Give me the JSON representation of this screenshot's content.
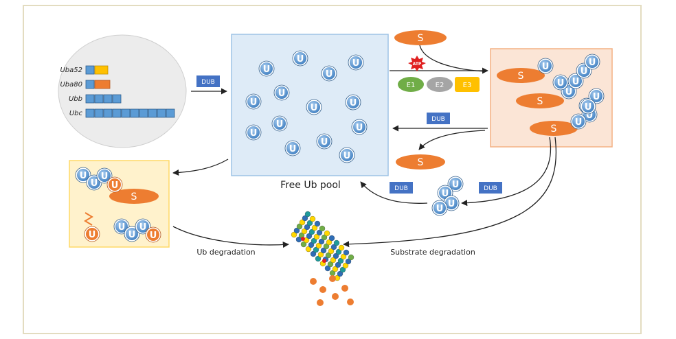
{
  "genes": [
    "Uba52",
    "Uba80",
    "Ubb",
    "Ubc"
  ],
  "ubiquitin_label": "U",
  "substrate_label": "S",
  "dub_label": "DUB",
  "atp_label": "ATP",
  "enzymes": [
    "E1",
    "E2",
    "E3"
  ],
  "labels": {
    "free_pool": "Free Ub pool",
    "ub_degradation": "Ub degradation",
    "substrate_degradation": "Substrate degradation"
  },
  "colors": {
    "ubiquitin": "#5b9bd5",
    "substrate": "#ed7d31",
    "dub": "#4472c4",
    "e1": "#70ad47",
    "e2": "#a5a5a5",
    "e3": "#ffc000",
    "atp": "#e02020",
    "pool_bg": "#deebf7",
    "conj_bg": "#fbe5d6",
    "deg_bg": "#fff2cc",
    "gene_bg": "#ececec"
  }
}
